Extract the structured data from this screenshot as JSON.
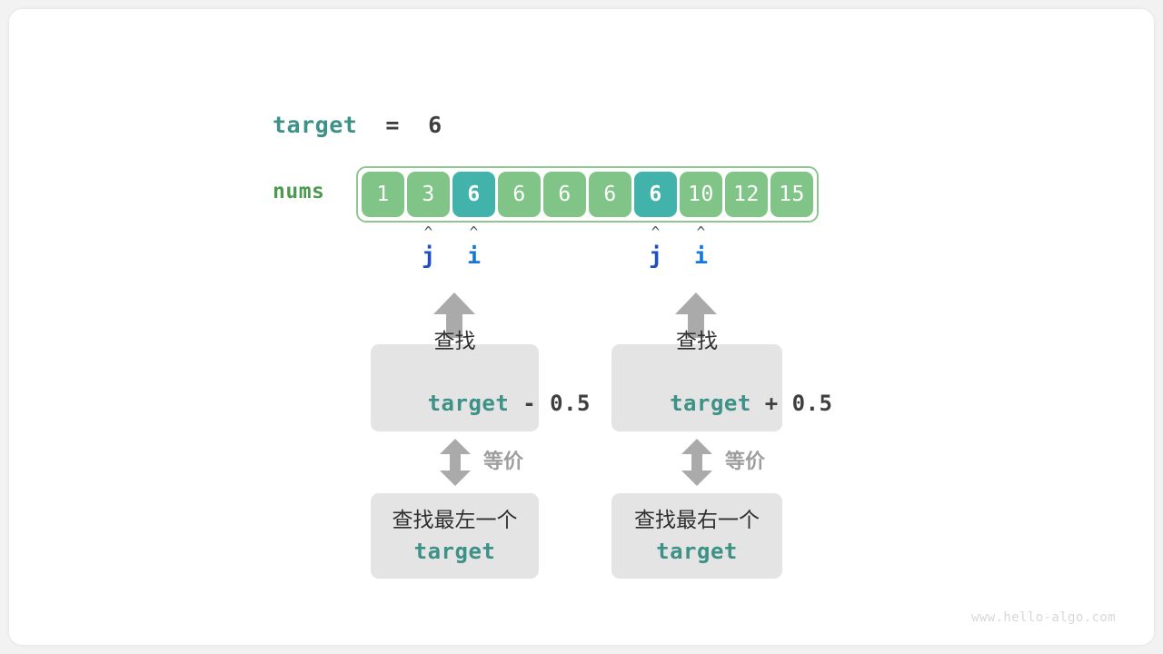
{
  "diagram": {
    "title_expr": {
      "var": "target",
      "op": "=",
      "value": "6"
    },
    "array": {
      "label": "nums",
      "values": [
        "1",
        "3",
        "6",
        "6",
        "6",
        "6",
        "6",
        "10",
        "12",
        "15"
      ],
      "highlighted_indices": [
        2,
        6
      ],
      "cell_color": "#81c487",
      "highlight_color": "#41b3ab",
      "frame_border_color": "#8ec78f",
      "label_color": "#4c9a50"
    },
    "pointers": [
      {
        "name": "j",
        "caret": "^",
        "index": 1,
        "color": "#1f4fc4"
      },
      {
        "name": "i",
        "caret": "^",
        "index": 2,
        "color": "#1577d6"
      },
      {
        "name": "j",
        "caret": "^",
        "index": 6,
        "color": "#1f4fc4"
      },
      {
        "name": "i",
        "caret": "^",
        "index": 7,
        "color": "#1577d6"
      }
    ],
    "branches": [
      {
        "id": "left",
        "upper_box": {
          "line1": "查找",
          "var": "target",
          "operator": " - ",
          "operand": "0.5"
        },
        "equiv_label": "等价",
        "lower_box": {
          "line1": "查找最左一个",
          "var": "target"
        }
      },
      {
        "id": "right",
        "upper_box": {
          "line1": "查找",
          "var": "target",
          "operator": " + ",
          "operand": "0.5"
        },
        "equiv_label": "等价",
        "lower_box": {
          "line1": "查找最右一个",
          "var": "target"
        }
      }
    ],
    "accent_teal": "#3d9186",
    "arrow_gray": "#aaaaaa",
    "box_gray": "#e4e4e4",
    "watermark": "www.hello-algo.com"
  }
}
